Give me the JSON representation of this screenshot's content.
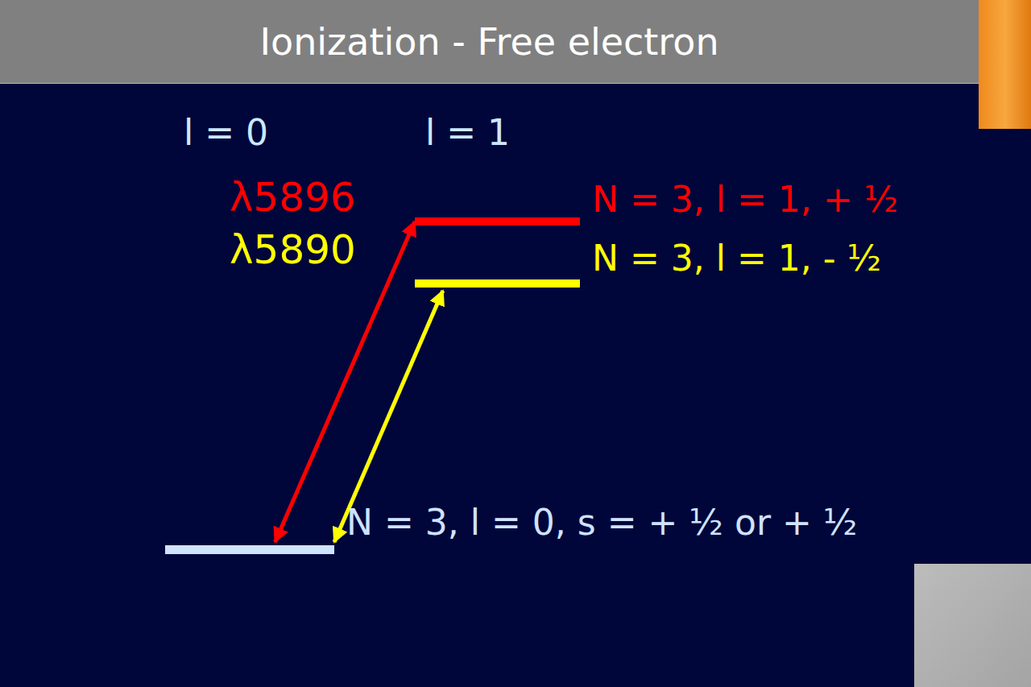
{
  "diagram": {
    "title": "Ionization - Free electron",
    "nodes": [
      {
        "text": [
          "N = 3, l = 1, + ½"
        ]
      },
      {
        "text": [
          "N = 3, l = 1, - ½"
        ]
      },
      {
        "text": [
          "N = 3, l = 0, s = + ½ or + ½"
        ]
      }
    ],
    "edges": [
      {
        "from": 2,
        "to": 0,
        "arrow": "both"
      },
      {
        "from": 2,
        "to": 1,
        "arrow": "both"
      }
    ],
    "labels": [
      "l = 0",
      "l = 1",
      "λ5896",
      "λ5890"
    ]
  }
}
